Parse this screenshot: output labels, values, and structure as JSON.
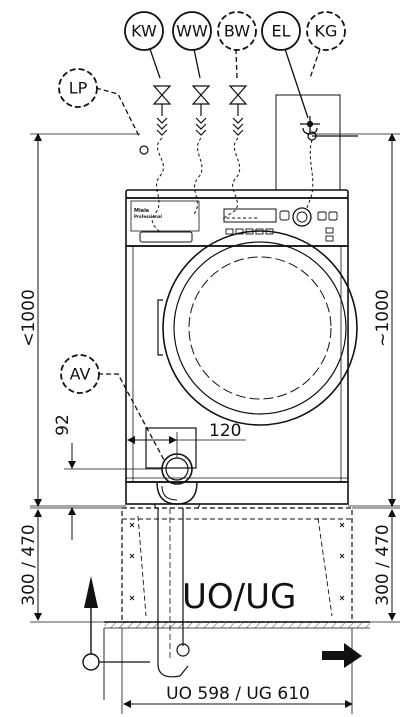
{
  "labels": {
    "kw": "KW",
    "ww": "WW",
    "bw": "BW",
    "el": "EL",
    "kg": "KG",
    "lp": "LP",
    "av": "AV"
  },
  "dimensions": {
    "left_height": "<1000",
    "right_height": "~1000",
    "drain_height": "92",
    "drain_offset": "120",
    "left_base": "300 / 470",
    "right_base": "300 / 470",
    "width": "UO 598 / UG 610"
  },
  "base_label": "UO/UG",
  "brand": {
    "name": "Miele",
    "sub": "Professional"
  }
}
